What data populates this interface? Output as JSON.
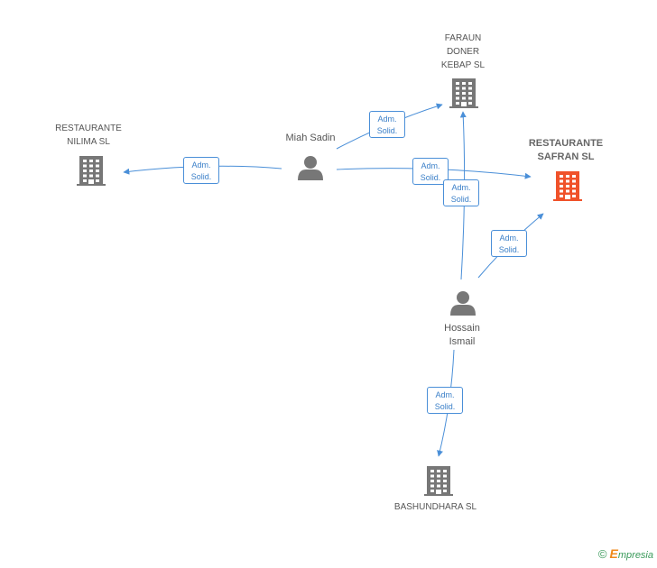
{
  "nodes": {
    "restaurante_nilima": {
      "label": "RESTAURANTE\nNILIMA SL",
      "type": "company"
    },
    "faraun_doner": {
      "label": "FARAUN\nDONER\nKEBAP SL",
      "type": "company"
    },
    "restaurante_safran": {
      "label": "RESTAURANTE\nSAFRAN SL",
      "type": "company-highlight"
    },
    "bashundhara": {
      "label": "BASHUNDHARA SL",
      "type": "company"
    },
    "miah_sadin": {
      "label": "Miah Sadin",
      "type": "person"
    },
    "hossain_ismail": {
      "label": "Hossain\nIsmail",
      "type": "person"
    }
  },
  "edges": [
    {
      "from": "miah_sadin",
      "to": "restaurante_nilima",
      "label": "Adm.\nSolid."
    },
    {
      "from": "miah_sadin",
      "to": "faraun_doner",
      "label": "Adm.\nSolid."
    },
    {
      "from": "miah_sadin",
      "to": "restaurante_safran",
      "label": "Adm.\nSolid."
    },
    {
      "from": "hossain_ismail",
      "to": "faraun_doner",
      "label": "Adm.\nSolid."
    },
    {
      "from": "hossain_ismail",
      "to": "restaurante_safran",
      "label": "Adm.\nSolid."
    },
    {
      "from": "hossain_ismail",
      "to": "bashundhara",
      "label": "Adm.\nSolid."
    }
  ],
  "colors": {
    "edge": "#4a8fd8",
    "company": "#777777",
    "highlight": "#f0522a",
    "person": "#777777"
  },
  "footer": {
    "copyright": "©",
    "brand_e": "E",
    "brand_rest": "mpresia"
  }
}
